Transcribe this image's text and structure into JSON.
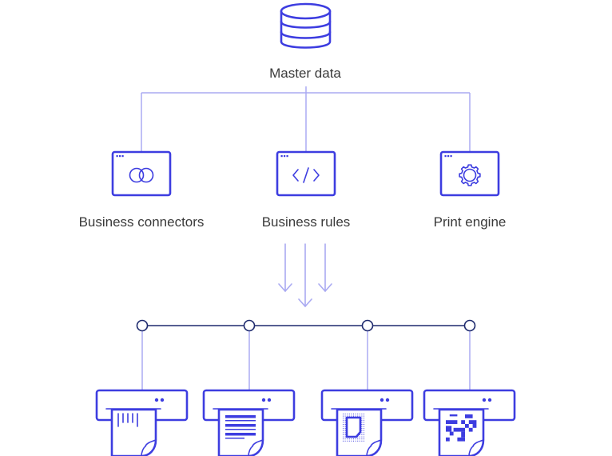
{
  "title": "Data flow to printers",
  "colors": {
    "accent": "#3d3de0",
    "connector_light": "#aaaaf2",
    "connector_dark": "#1e2a6e",
    "text": "#3a3a3a"
  },
  "source": {
    "label": "Master data",
    "icon": "database-icon"
  },
  "modules": [
    {
      "label": "Business connectors",
      "icon": "linked-rings-icon"
    },
    {
      "label": "Business rules",
      "icon": "code-brackets-icon"
    },
    {
      "label": "Print engine",
      "icon": "gear-icon"
    }
  ],
  "flow": {
    "icon": "down-arrows-icon",
    "arrow_count": 3
  },
  "printers": [
    {
      "output": "barcode-label",
      "icon": "printer-barcode-icon"
    },
    {
      "output": "text-document",
      "icon": "printer-document-icon"
    },
    {
      "output": "dotted-label",
      "icon": "printer-label-icon"
    },
    {
      "output": "matrix-code",
      "icon": "printer-matrix-code-icon"
    }
  ]
}
